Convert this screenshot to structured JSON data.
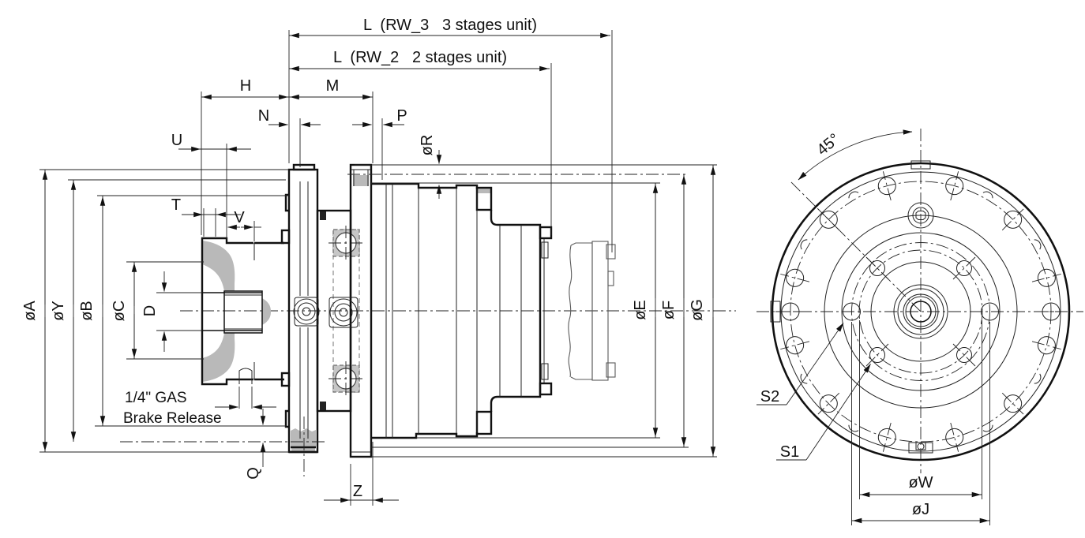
{
  "drawing": {
    "type": "technical-dimension-drawing",
    "subject": "planetary travel drive gearbox - side section and front flange view"
  },
  "colors": {
    "line": "#1a1a1a",
    "cast_fill": "#b9b9b9",
    "bearing_fill": "#c6c6c6",
    "motor_line": "#5a5a5a",
    "background": "#ffffff"
  },
  "side": {
    "l3": "L  (RW_3   3 stages unit)",
    "l2": "L  (RW_2   2 stages unit)",
    "h": "H",
    "m": "M",
    "n": "N",
    "p": "P",
    "r": "øR",
    "u": "U",
    "t": "T",
    "v": "V",
    "a": "øA",
    "y": "øY",
    "b": "øB",
    "c": "øC",
    "d": "D",
    "e": "øE",
    "f": "øF",
    "g": "øG",
    "q": "Q",
    "z": "Z",
    "gas": "1/4\" GAS",
    "brake": "Brake Release"
  },
  "front": {
    "angle": "45°",
    "s1": "S1",
    "s2": "S2",
    "w": "øW",
    "j": "øJ"
  }
}
